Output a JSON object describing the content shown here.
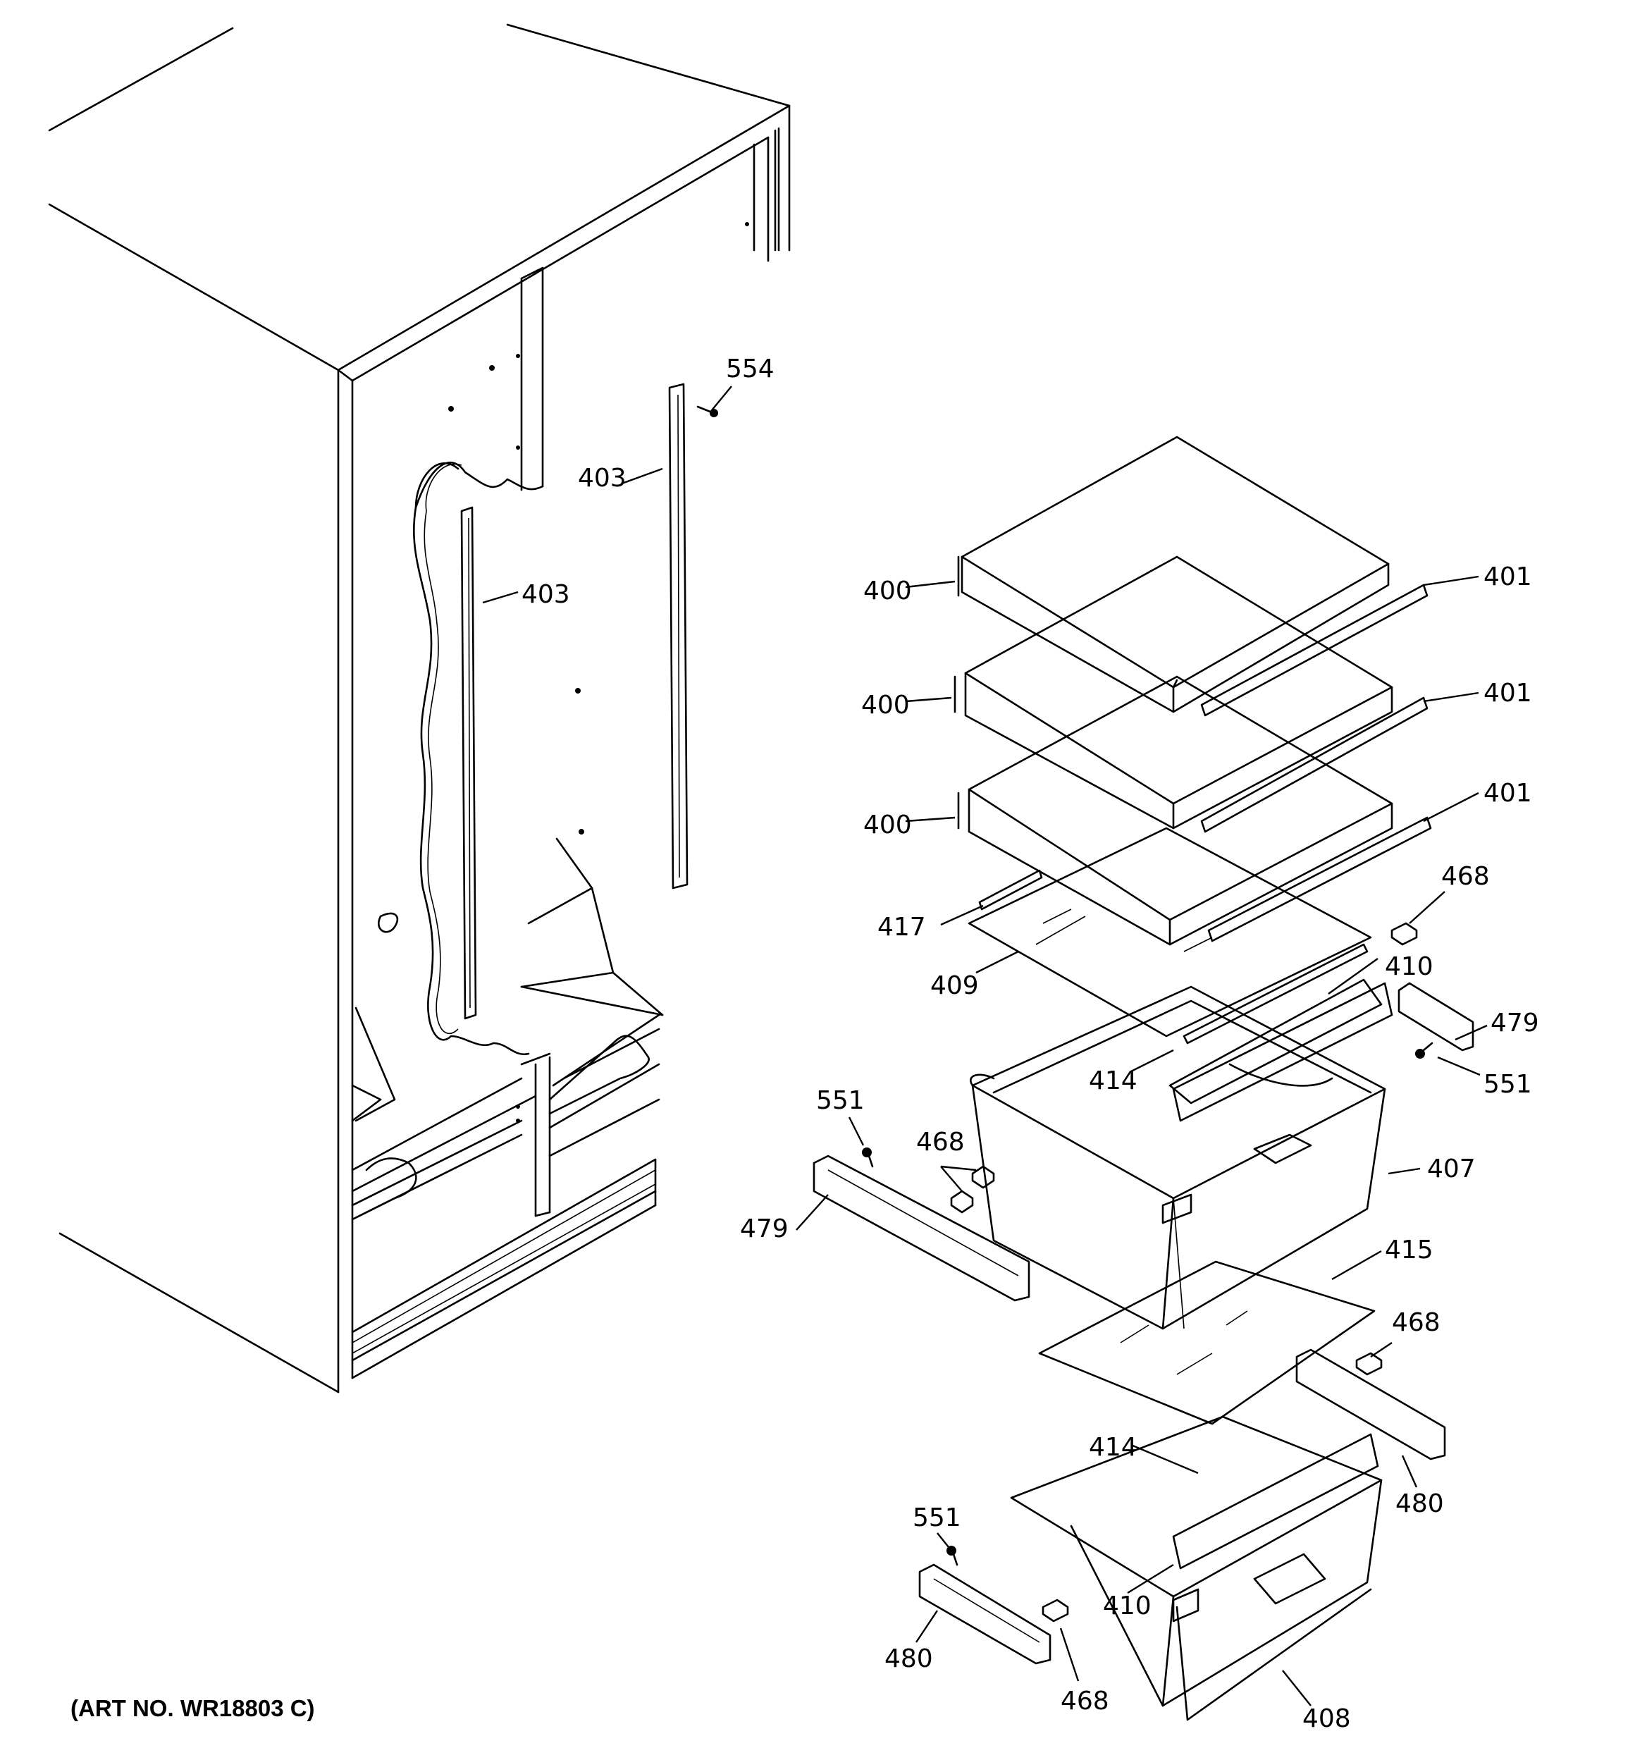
{
  "diagram": {
    "caption": "(ART NO. WR18803 C)",
    "callouts": [
      {
        "id": "c554",
        "label": "554"
      },
      {
        "id": "c403a",
        "label": "403"
      },
      {
        "id": "c403b",
        "label": "403"
      },
      {
        "id": "c400a",
        "label": "400"
      },
      {
        "id": "c400b",
        "label": "400"
      },
      {
        "id": "c400c",
        "label": "400"
      },
      {
        "id": "c401a",
        "label": "401"
      },
      {
        "id": "c401b",
        "label": "401"
      },
      {
        "id": "c401c",
        "label": "401"
      },
      {
        "id": "c468a",
        "label": "468"
      },
      {
        "id": "c417",
        "label": "417"
      },
      {
        "id": "c409",
        "label": "409"
      },
      {
        "id": "c410a",
        "label": "410"
      },
      {
        "id": "c479a",
        "label": "479"
      },
      {
        "id": "c414a",
        "label": "414"
      },
      {
        "id": "c551a",
        "label": "551"
      },
      {
        "id": "c551b",
        "label": "551"
      },
      {
        "id": "c468b",
        "label": "468"
      },
      {
        "id": "c407",
        "label": "407"
      },
      {
        "id": "c479b",
        "label": "479"
      },
      {
        "id": "c415",
        "label": "415"
      },
      {
        "id": "c468c",
        "label": "468"
      },
      {
        "id": "c414b",
        "label": "414"
      },
      {
        "id": "c480a",
        "label": "480"
      },
      {
        "id": "c551c",
        "label": "551"
      },
      {
        "id": "c410b",
        "label": "410"
      },
      {
        "id": "c480b",
        "label": "480"
      },
      {
        "id": "c468d",
        "label": "468"
      },
      {
        "id": "c408",
        "label": "408"
      }
    ]
  }
}
